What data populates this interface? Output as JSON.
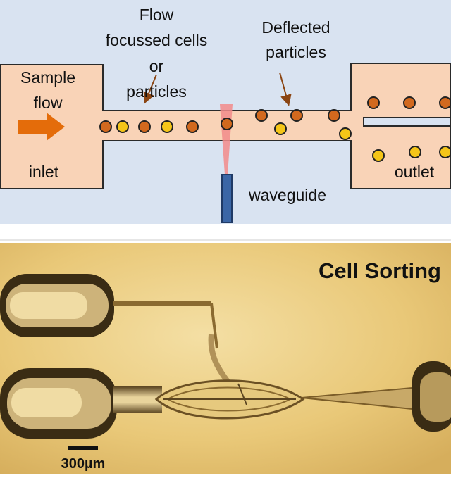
{
  "diagram": {
    "label_flow_focussed": [
      "Flow",
      "focussed cells",
      "or",
      "particles"
    ],
    "label_deflected": [
      "Deflected",
      "particles"
    ],
    "label_sample_flow": [
      "Sample",
      "flow"
    ],
    "label_inlet": "inlet",
    "label_outlet": "outlet",
    "label_waveguide": "waveguide",
    "colors": {
      "background": "#d9e3f1",
      "channel_fill": "#f9d3b7",
      "channel_stroke": "#2a2a2a",
      "orange_particle": "#d2691e",
      "yellow_particle": "#f5c518",
      "arrow": "#e46c0a",
      "pointer_arrow": "#8b4513",
      "waveguide": "#3b66a6",
      "laser_beam": "#f28b8b"
    }
  },
  "photo": {
    "title": "Cell Sorting",
    "scale_bar_label": "300µm"
  }
}
